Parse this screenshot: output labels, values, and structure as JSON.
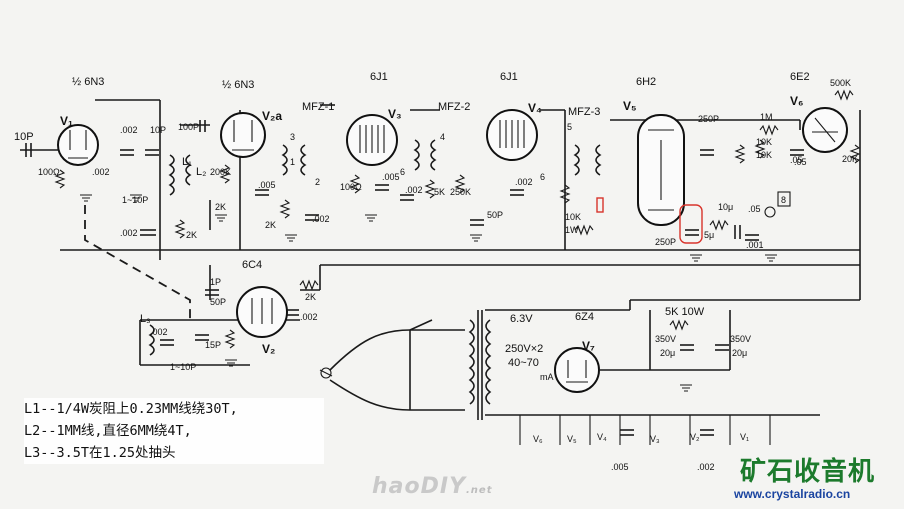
{
  "tubes": {
    "v1": {
      "name": "V₁",
      "type": "½ 6N3"
    },
    "v2a": {
      "name": "V₂a",
      "type": "½ 6N3"
    },
    "v3": {
      "name": "V₃",
      "type": "6J1"
    },
    "v4": {
      "name": "V₄",
      "type": "6J1"
    },
    "v5": {
      "name": "V₅",
      "type": "6H2"
    },
    "v6": {
      "name": "V₆",
      "type": "6E2"
    },
    "v2b": {
      "name": "V₂",
      "type": "6C4"
    },
    "v7": {
      "name": "V₇",
      "type": "6Z4"
    }
  },
  "filters": {
    "f1": "MFZ-1",
    "f2": "MFZ-2",
    "f3": "MFZ-3"
  },
  "labels": {
    "c10p": "10P",
    "c002a": ".002",
    "c10pb": "10P",
    "c100p": "100P",
    "r100k": "100Ω",
    "c002b": ".002",
    "l1": "L₁",
    "l2": "L₂",
    "cvar": "1~10P",
    "c002c": ".002",
    "r2ka": "2K",
    "r200k": "200K",
    "c005a": ".005",
    "r2kb": "2K",
    "r2kc": "2K",
    "c002d": ".002",
    "r100k2": "100Ω",
    "c005b": ".005",
    "c002e": ".002",
    "r5k": "5K",
    "r250k": "250K",
    "c002f": ".002",
    "c50p": "50P",
    "r10k": "10K",
    "w1": "1W",
    "c250pa": "250P",
    "r1m": "1M",
    "r10ka": "10K",
    "r10kb": "10K",
    "c10u": "10μ",
    "c05a": ".05",
    "c05b": ".05",
    "c250pb": "250P",
    "c5u": "5μ",
    "c001": ".001",
    "r500k": "500K",
    "r20k": "20K",
    "c05c": ".05",
    "meter": "8",
    "c1p": "1P",
    "c50pb": "50P",
    "r2kd": "2K",
    "c002g": ".002",
    "l3": "L₃",
    "cvar2": "1~10P",
    "c002h": ".002",
    "c15p": "15P",
    "pin3": "3",
    "pin1": "1",
    "pin2": "2",
    "pin6": "6",
    "pin4": "4",
    "pin5": "5",
    "pin6b": "6",
    "v63": "6.3V",
    "hv": "250V×2",
    "ma": "40~70",
    "mA": "mA",
    "r5k10w": "5K 10W",
    "c350a": "350V",
    "c20a": "20μ",
    "c350b": "350V",
    "c20b": "20μ",
    "h6": "V₆",
    "h5": "V₅",
    "h4": "V₄",
    "h3": "V₃",
    "h2": "V₂",
    "h1": "V₁",
    "hc005": ".005",
    "hc002": ".002"
  },
  "notes": [
    "L1--1/4W炭阻上0.23MM线绕30T,",
    "L2--1MM线,直径6MM绕4T,",
    "L3--3.5T在1.25处抽头"
  ],
  "watermark": {
    "main": "haoDIY",
    "suffix": ".net"
  },
  "brand": {
    "name": "矿石收音机",
    "url": "www.crystalradio.cn"
  }
}
